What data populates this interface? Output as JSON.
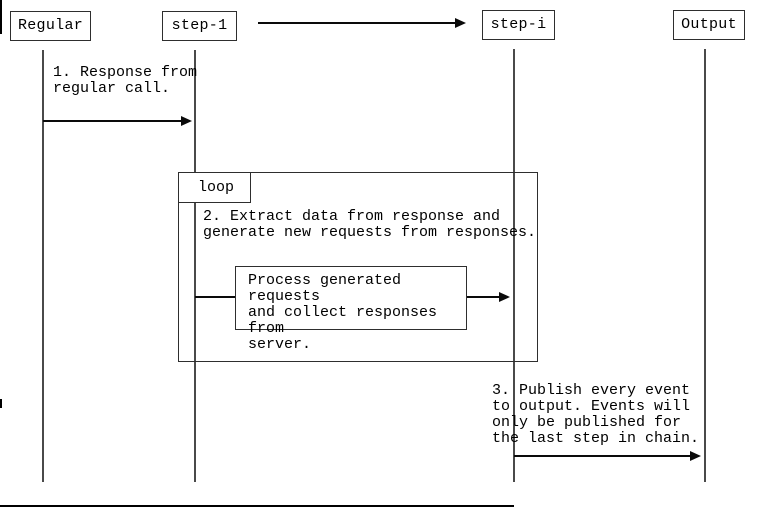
{
  "diagram": {
    "type": "sequence-diagram",
    "participants": [
      {
        "label": "Regular"
      },
      {
        "label": "step-1"
      },
      {
        "label": "step-i"
      },
      {
        "label": "Output"
      }
    ],
    "loop": {
      "label": "loop"
    },
    "process_box": {
      "text": "Process generated requests\nand collect responses from\nserver."
    },
    "messages": {
      "msg1": "1. Response from\nregular call.",
      "msg2": "2. Extract data from response and\ngenerate new requests from responses.",
      "msg3": "3. Publish every event\nto output. Events will\nonly be published for\nthe last step in chain."
    },
    "colors": {
      "line": "#2e2e2e",
      "arrow": "#0a0a0a",
      "text": "#000000",
      "background": "#ffffff"
    }
  }
}
